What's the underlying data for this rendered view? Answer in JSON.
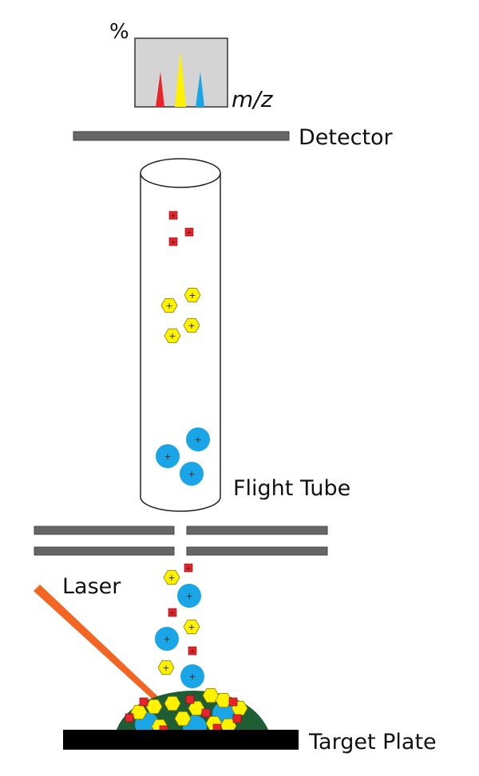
{
  "labels": {
    "percent": "%",
    "mz": "m/z",
    "detector": "Detector",
    "flight_tube": "Flight Tube",
    "laser": "Laser",
    "target_plate": "Target Plate"
  },
  "ion_charge_symbol": "+",
  "colors": {
    "small_ion": "#e8232a",
    "medium_ion": "#fff200",
    "large_ion": "#1aa5e6",
    "matrix": "#1f5e35",
    "laser": "#f26522",
    "plate": "#000000",
    "grid_bars": "#666666",
    "spectrum_bg": "#d4d4d4"
  },
  "spectrum_peaks": [
    {
      "ion": "small",
      "color": "#e8232a"
    },
    {
      "ion": "medium",
      "color": "#fff200"
    },
    {
      "ion": "large",
      "color": "#1aa5e6"
    }
  ]
}
